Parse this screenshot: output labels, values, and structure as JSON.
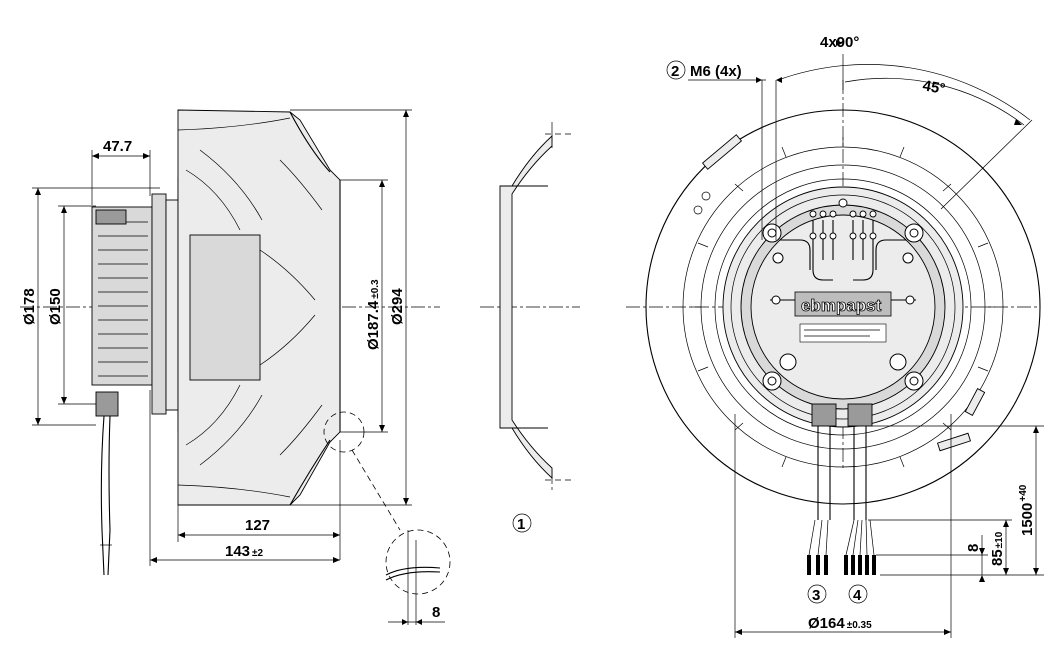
{
  "dimensions": {
    "width_47_7": "47.7",
    "dia_178": "Ø178",
    "dia_150": "Ø150",
    "dia_187": "Ø187.4",
    "dia_187_tol": "±0.3",
    "dia_294": "Ø294",
    "len_127": "127",
    "len_143": "143",
    "len_143_tol": "±2",
    "detail_8": "8",
    "angle_4x90": "4x90°",
    "angle_45": "45°",
    "m6": "M6 (4x)",
    "dia_164": "Ø164",
    "dia_164_tol": "±0.35",
    "len_1500": "1500",
    "len_1500_tol": "+40",
    "len_85": "85",
    "len_85_tol": "±10",
    "len_8": "8"
  },
  "markers": {
    "m1": "1",
    "m2": "2",
    "m3": "3",
    "m4": "4"
  },
  "logo": "ebmpapst"
}
